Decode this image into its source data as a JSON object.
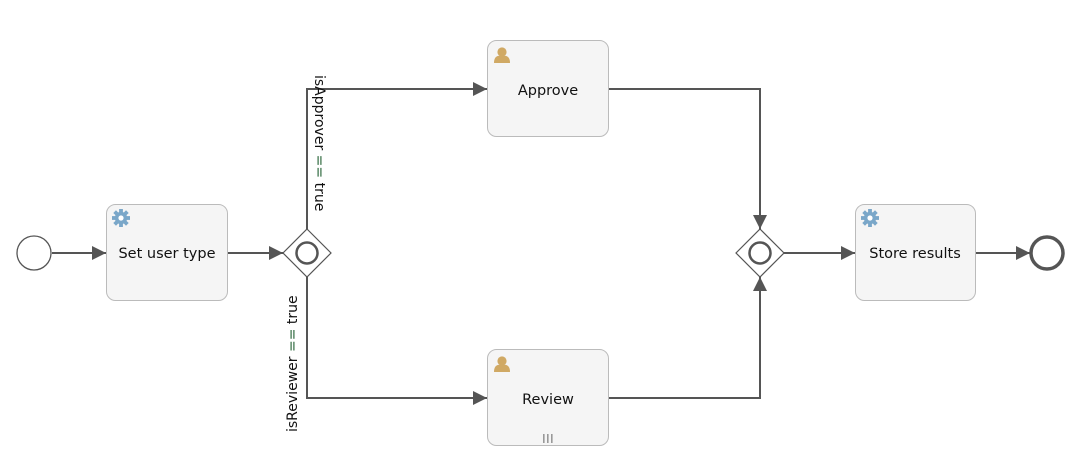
{
  "tasks": {
    "set_user_type": {
      "label": "Set user type",
      "type": "service"
    },
    "approve": {
      "label": "Approve",
      "type": "user"
    },
    "review": {
      "label": "Review",
      "type": "user",
      "marker": "multi-instance"
    },
    "store_results": {
      "label": "Store results",
      "type": "service"
    }
  },
  "conditions": {
    "approver": {
      "var": "isApprover",
      "op": "==",
      "val": "true"
    },
    "reviewer": {
      "var": "isReviewer",
      "op": "==",
      "val": "true"
    }
  },
  "colors": {
    "task_fill": "#f5f5f5",
    "task_border": "#bbbbbb",
    "flow": "#555555",
    "user_icon": "#d0a964",
    "service_icon": "#7aa7c9",
    "operator": "#2f6a3f"
  },
  "icons": {
    "service": "gear-icon",
    "user": "user-icon",
    "multi_instance": "multi-instance-icon"
  }
}
